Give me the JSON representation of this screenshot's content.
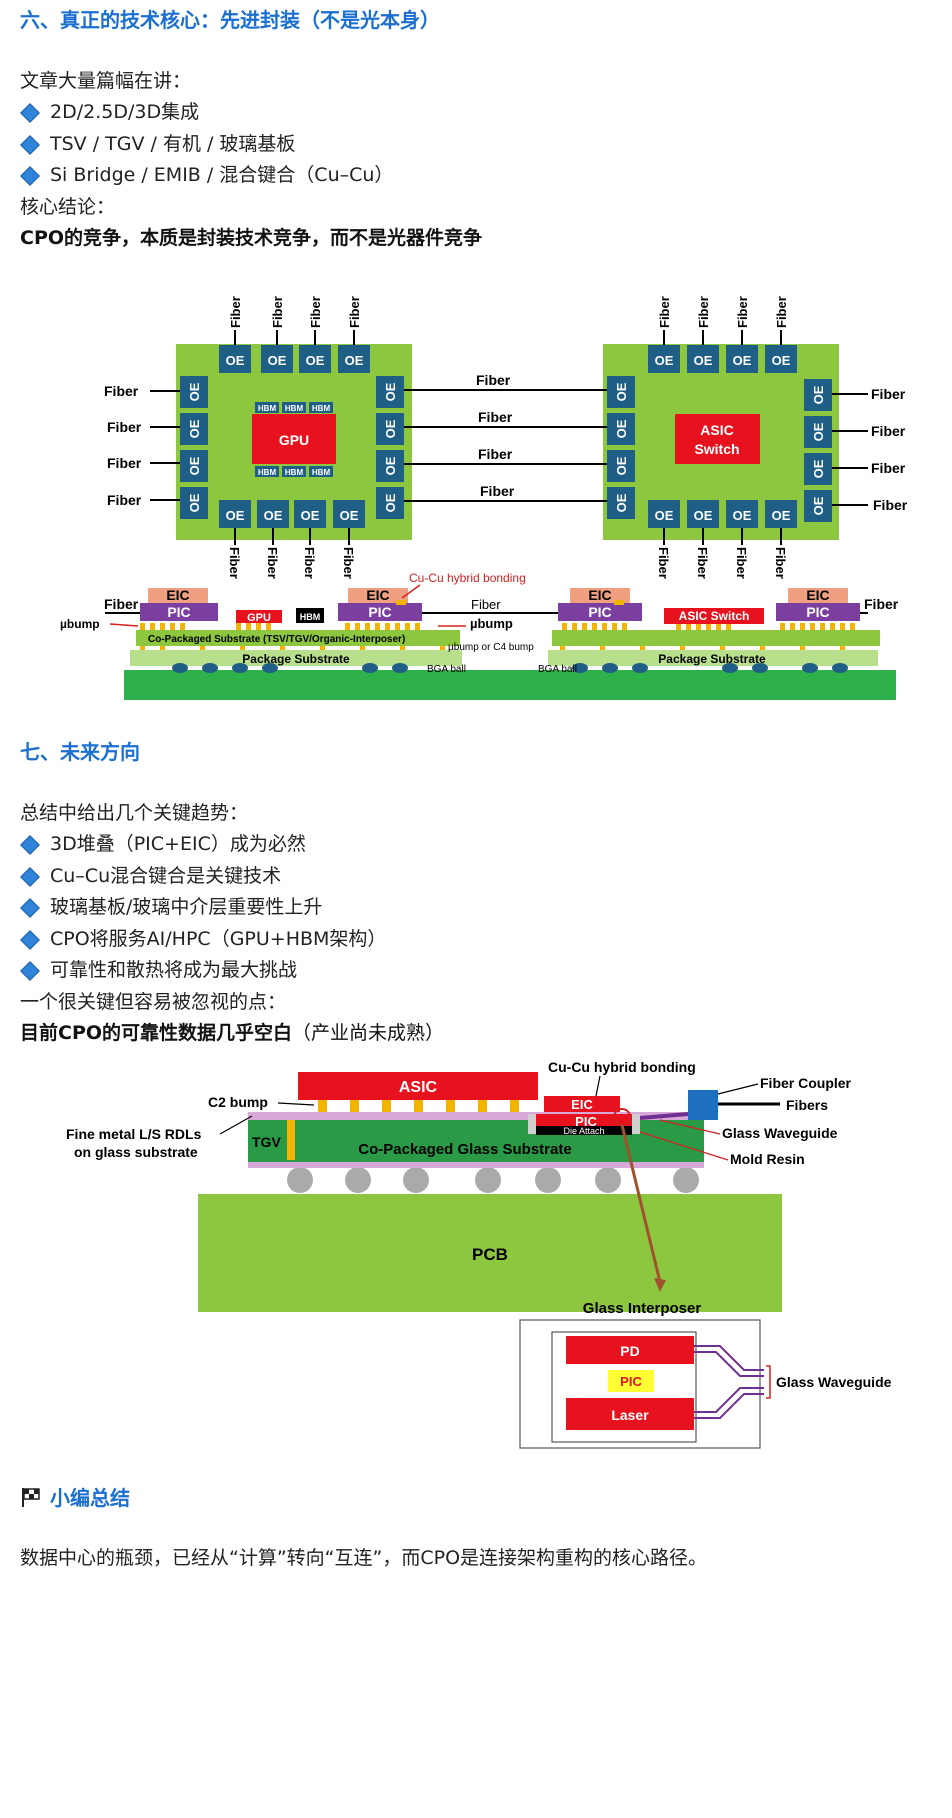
{
  "section6": {
    "title": "六、真正的技术核心：先进封装（不是光本身）",
    "intro": "文章大量篇幅在讲：",
    "bullets": [
      "2D/2.5D/3D集成",
      "TSV / TGV / 有机 / 玻璃基板",
      "Si Bridge / EMIB / 混合键合（Cu–Cu）"
    ],
    "conclusion_label": "核心结论：",
    "conclusion": "CPO的竞争，本质是封装技术竞争，而不是光器件竞争"
  },
  "figure1": {
    "fiber": "Fiber",
    "oe": "OE",
    "gpu": "GPU",
    "hbm": "HBM",
    "asic_line1": "ASIC",
    "asic_line2": "Switch",
    "eic": "EIC",
    "pic": "PIC",
    "asic_switch": "ASIC Switch",
    "cu_cu": "Cu-Cu hybrid bonding",
    "ubump": "µbump",
    "ubump_c4": "µbump or C4 bump",
    "co_packaged_substrate": "Co-Packaged Substrate (TSV/TGV/Organic-Interposer)",
    "package_substrate": "Package Substrate",
    "bga_ball": "BGA ball",
    "bga_ball2": "BGA ball"
  },
  "section7": {
    "title": "七、未来方向",
    "intro": "总结中给出几个关键趋势：",
    "bullets": [
      "3D堆叠（PIC+EIC）成为必然",
      "Cu–Cu混合键合是关键技术",
      "玻璃基板/玻璃中介层重要性上升",
      "CPO将服务AI/HPC（GPU+HBM架构）",
      "可靠性和散热将成为最大挑战"
    ],
    "note": "一个很关键但容易被忽视的点：",
    "emphasis_bold": "目前CPO的可靠性数据几乎空白",
    "emphasis_light": "（产业尚未成熟）"
  },
  "figure2": {
    "asic": "ASIC",
    "cu_cu": "Cu-Cu hybrid bonding",
    "fiber_coupler": "Fiber Coupler",
    "fibers": "Fibers",
    "c2_bump": "C2 bump",
    "rdl_line1": "Fine metal L/S RDLs",
    "rdl_line2": "on glass substrate",
    "tgv": "TGV",
    "eic": "EIC",
    "pic": "PIC",
    "die_attach": "Die Attach",
    "glass_waveguide": "Glass Waveguide",
    "mold_resin": "Mold Resin",
    "substrate": "Co-Packaged Glass Substrate",
    "pcb": "PCB",
    "glass_interposer": "Glass Interposer",
    "pd": "PD",
    "laser": "Laser",
    "glass_waveguide2": "Glass Waveguide"
  },
  "summary": {
    "title": "小编总结",
    "text": "数据中心的瓶颈，已经从“计算”转向“互连”，而CPO是连接架构重构的核心路径。"
  },
  "colors": {
    "heading": "#1a6fd0",
    "bullet": "#2f84d9",
    "pcb_green": "#8dc63f",
    "oe_blue": "#1f5f86",
    "chip_red": "#e8111e",
    "pic_purple": "#7b3fa0",
    "eic_salmon": "#f0a080",
    "substrate_green": "#2a9a46"
  }
}
